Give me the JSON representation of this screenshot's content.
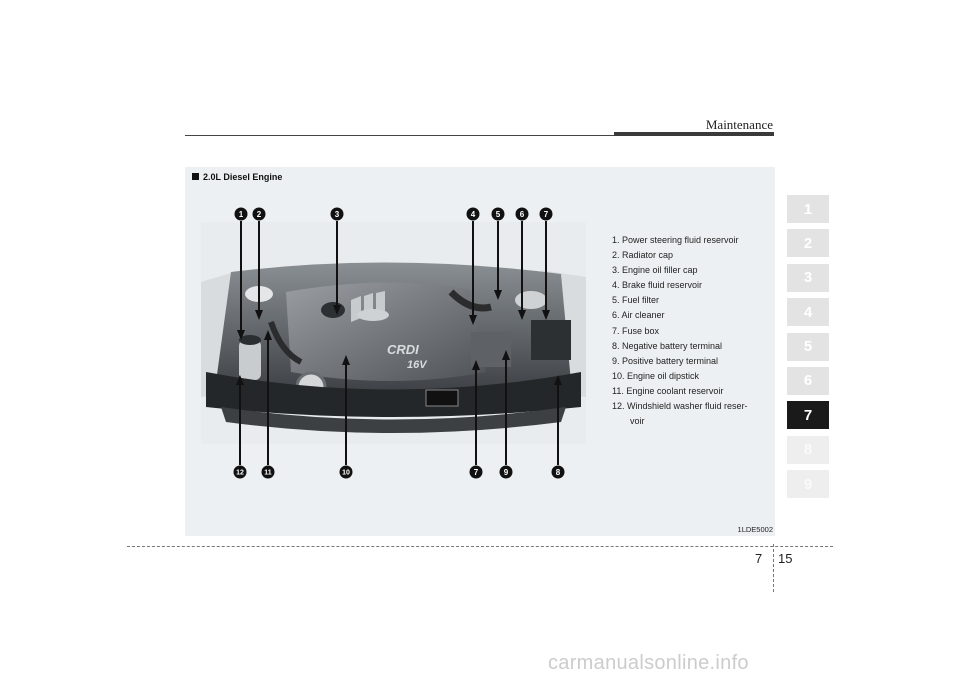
{
  "header": {
    "section": "Maintenance"
  },
  "figure": {
    "title": "2.0L Diesel Engine",
    "code": "1LDE5002",
    "engine_badge_top": "CRDI",
    "engine_badge_bottom": "16V",
    "callouts": [
      "1",
      "2",
      "3",
      "4",
      "5",
      "6",
      "7",
      "7",
      "9",
      "8",
      "10",
      "11",
      "12"
    ],
    "legend": [
      "1. Power steering fluid reservoir",
      "2. Radiator cap",
      "3. Engine oil filler cap",
      "4. Brake fluid reservoir",
      "5. Fuel filter",
      "6. Air cleaner",
      "7. Fuse box",
      "8. Negative battery terminal",
      "9. Positive battery terminal",
      "10. Engine oil dipstick",
      "11. Engine coolant reservoir",
      "12. Windshield washer fluid reser-"
    ],
    "legend_cont": "voir"
  },
  "chapters": [
    "1",
    "2",
    "3",
    "4",
    "5",
    "6",
    "7",
    "8",
    "9"
  ],
  "active_chapter": "7",
  "footer": {
    "chapter": "7",
    "page": "15"
  },
  "watermark": "carmanualsonline.info",
  "colors": {
    "panel": "#edf0f2",
    "active_tab": "#1a1a1a",
    "tab": "#e3e3e3"
  }
}
